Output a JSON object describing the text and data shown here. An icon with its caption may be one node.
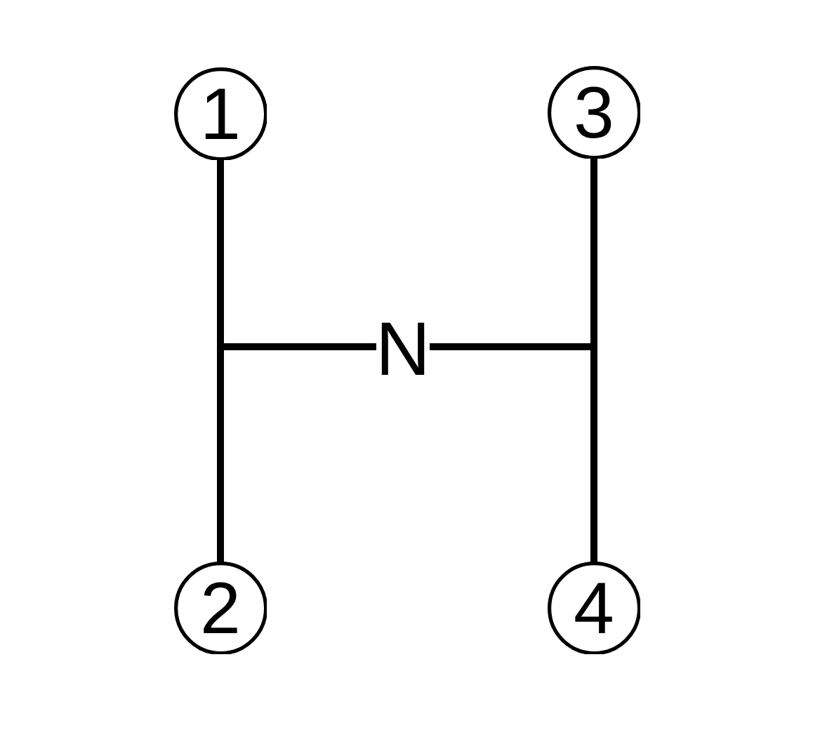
{
  "diagram": {
    "nodes": [
      {
        "text": [
          "1"
        ]
      },
      {
        "text": [
          "3"
        ]
      },
      {
        "text": [
          "N"
        ]
      },
      {
        "text": [
          "2"
        ]
      },
      {
        "text": [
          "4"
        ]
      }
    ],
    "edges": [
      {
        "from": 0,
        "to": 3,
        "arrow": "none"
      },
      {
        "from": 1,
        "to": 4,
        "arrow": "none"
      },
      {
        "from": 2,
        "to": 0,
        "arrow": "none"
      },
      {
        "from": 2,
        "to": 3,
        "arrow": "none"
      },
      {
        "from": 2,
        "to": 1,
        "arrow": "none"
      },
      {
        "from": 2,
        "to": 4,
        "arrow": "none"
      }
    ]
  }
}
